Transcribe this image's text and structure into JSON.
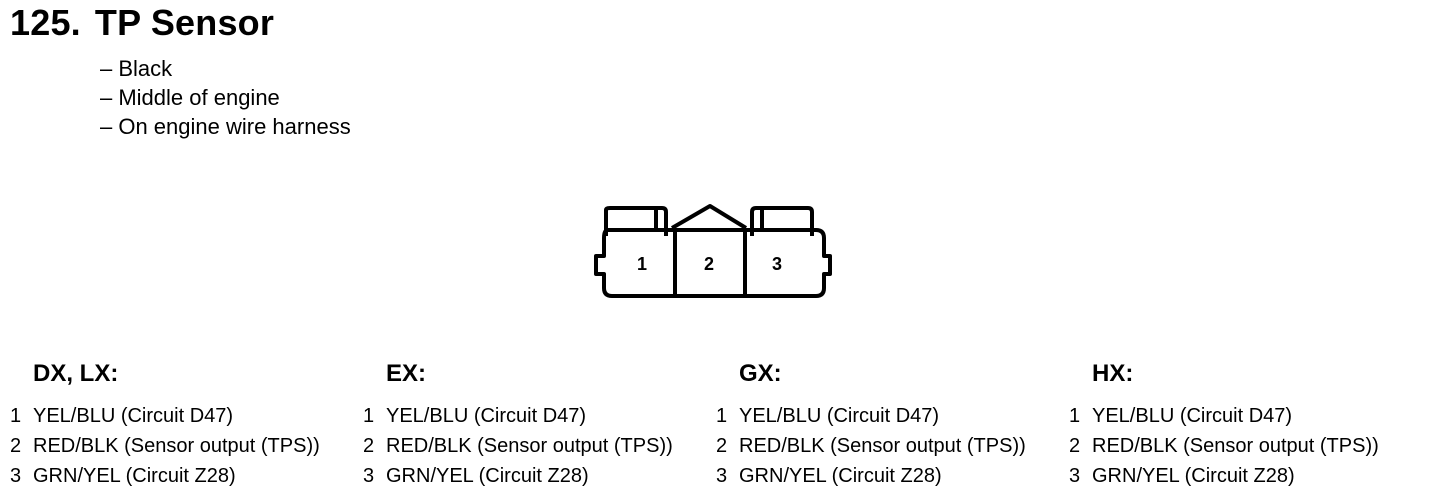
{
  "title": {
    "number": "125.",
    "text": "TP Sensor"
  },
  "notes": [
    "– Black",
    "– Middle of engine",
    "– On engine wire harness"
  ],
  "connector": {
    "pins": [
      "1",
      "2",
      "3"
    ]
  },
  "variants": [
    {
      "title": "DX, LX:",
      "pins": [
        {
          "num": "1",
          "desc": "YEL/BLU (Circuit D47)"
        },
        {
          "num": "2",
          "desc": "RED/BLK (Sensor output (TPS))"
        },
        {
          "num": "3",
          "desc": "GRN/YEL (Circuit Z28)"
        }
      ]
    },
    {
      "title": "EX:",
      "pins": [
        {
          "num": "1",
          "desc": "YEL/BLU (Circuit D47)"
        },
        {
          "num": "2",
          "desc": "RED/BLK (Sensor output (TPS))"
        },
        {
          "num": "3",
          "desc": "GRN/YEL (Circuit Z28)"
        }
      ]
    },
    {
      "title": "GX:",
      "pins": [
        {
          "num": "1",
          "desc": "YEL/BLU (Circuit D47)"
        },
        {
          "num": "2",
          "desc": "RED/BLK (Sensor output (TPS))"
        },
        {
          "num": "3",
          "desc": "GRN/YEL (Circuit Z28)"
        }
      ]
    },
    {
      "title": "HX:",
      "pins": [
        {
          "num": "1",
          "desc": "YEL/BLU (Circuit D47)"
        },
        {
          "num": "2",
          "desc": "RED/BLK (Sensor output (TPS))"
        },
        {
          "num": "3",
          "desc": "GRN/YEL (Circuit Z28)"
        }
      ]
    }
  ]
}
